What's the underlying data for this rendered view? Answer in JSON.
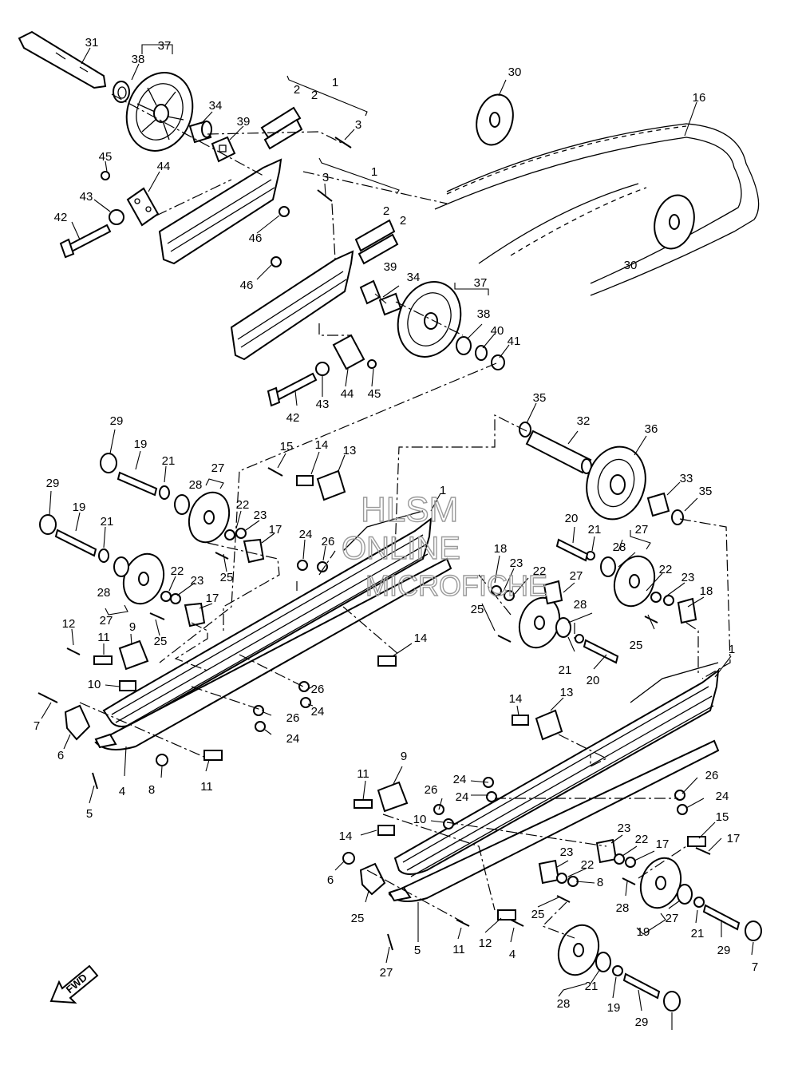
{
  "watermark": {
    "line1": "HLSM",
    "line2": "ONLINE",
    "line3": "MICROFICHE"
  },
  "direction_label": "FWD",
  "callouts": [
    {
      "n": "31"
    },
    {
      "n": "37"
    },
    {
      "n": "38"
    },
    {
      "n": "1"
    },
    {
      "n": "2"
    },
    {
      "n": "2"
    },
    {
      "n": "30"
    },
    {
      "n": "16"
    },
    {
      "n": "34"
    },
    {
      "n": "39"
    },
    {
      "n": "3"
    },
    {
      "n": "45"
    },
    {
      "n": "44"
    },
    {
      "n": "43"
    },
    {
      "n": "42"
    },
    {
      "n": "46"
    },
    {
      "n": "3"
    },
    {
      "n": "1"
    },
    {
      "n": "2"
    },
    {
      "n": "2"
    },
    {
      "n": "30"
    },
    {
      "n": "46"
    },
    {
      "n": "39"
    },
    {
      "n": "34"
    },
    {
      "n": "37"
    },
    {
      "n": "38"
    },
    {
      "n": "40"
    },
    {
      "n": "41"
    },
    {
      "n": "42"
    },
    {
      "n": "43"
    },
    {
      "n": "44"
    },
    {
      "n": "45"
    },
    {
      "n": "35"
    },
    {
      "n": "32"
    },
    {
      "n": "36"
    },
    {
      "n": "33"
    },
    {
      "n": "35"
    },
    {
      "n": "29"
    },
    {
      "n": "19"
    },
    {
      "n": "21"
    },
    {
      "n": "27"
    },
    {
      "n": "28"
    },
    {
      "n": "15"
    },
    {
      "n": "14"
    },
    {
      "n": "13"
    },
    {
      "n": "1"
    },
    {
      "n": "29"
    },
    {
      "n": "19"
    },
    {
      "n": "21"
    },
    {
      "n": "22"
    },
    {
      "n": "23"
    },
    {
      "n": "17"
    },
    {
      "n": "24"
    },
    {
      "n": "26"
    },
    {
      "n": "25"
    },
    {
      "n": "28"
    },
    {
      "n": "27"
    },
    {
      "n": "22"
    },
    {
      "n": "23"
    },
    {
      "n": "17"
    },
    {
      "n": "25"
    },
    {
      "n": "12"
    },
    {
      "n": "9"
    },
    {
      "n": "11"
    },
    {
      "n": "10"
    },
    {
      "n": "7"
    },
    {
      "n": "6"
    },
    {
      "n": "5"
    },
    {
      "n": "4"
    },
    {
      "n": "8"
    },
    {
      "n": "11"
    },
    {
      "n": "26"
    },
    {
      "n": "26"
    },
    {
      "n": "24"
    },
    {
      "n": "24"
    },
    {
      "n": "14"
    },
    {
      "n": "18"
    },
    {
      "n": "23"
    },
    {
      "n": "22"
    },
    {
      "n": "27"
    },
    {
      "n": "28"
    },
    {
      "n": "25"
    },
    {
      "n": "21"
    },
    {
      "n": "20"
    },
    {
      "n": "20"
    },
    {
      "n": "21"
    },
    {
      "n": "27"
    },
    {
      "n": "28"
    },
    {
      "n": "22"
    },
    {
      "n": "23"
    },
    {
      "n": "18"
    },
    {
      "n": "25"
    },
    {
      "n": "1"
    },
    {
      "n": "14"
    },
    {
      "n": "13"
    },
    {
      "n": "26"
    },
    {
      "n": "24"
    },
    {
      "n": "9"
    },
    {
      "n": "11"
    },
    {
      "n": "26"
    },
    {
      "n": "24"
    },
    {
      "n": "24"
    },
    {
      "n": "10"
    },
    {
      "n": "14"
    },
    {
      "n": "15"
    },
    {
      "n": "17"
    },
    {
      "n": "23"
    },
    {
      "n": "22"
    },
    {
      "n": "17"
    },
    {
      "n": "23"
    },
    {
      "n": "22"
    },
    {
      "n": "8"
    },
    {
      "n": "6"
    },
    {
      "n": "25"
    },
    {
      "n": "25"
    },
    {
      "n": "28"
    },
    {
      "n": "27"
    },
    {
      "n": "21"
    },
    {
      "n": "19"
    },
    {
      "n": "29"
    },
    {
      "n": "7"
    },
    {
      "n": "11"
    },
    {
      "n": "12"
    },
    {
      "n": "4"
    },
    {
      "n": "5"
    },
    {
      "n": "27"
    },
    {
      "n": "28"
    },
    {
      "n": "21"
    },
    {
      "n": "19"
    },
    {
      "n": "29"
    }
  ]
}
